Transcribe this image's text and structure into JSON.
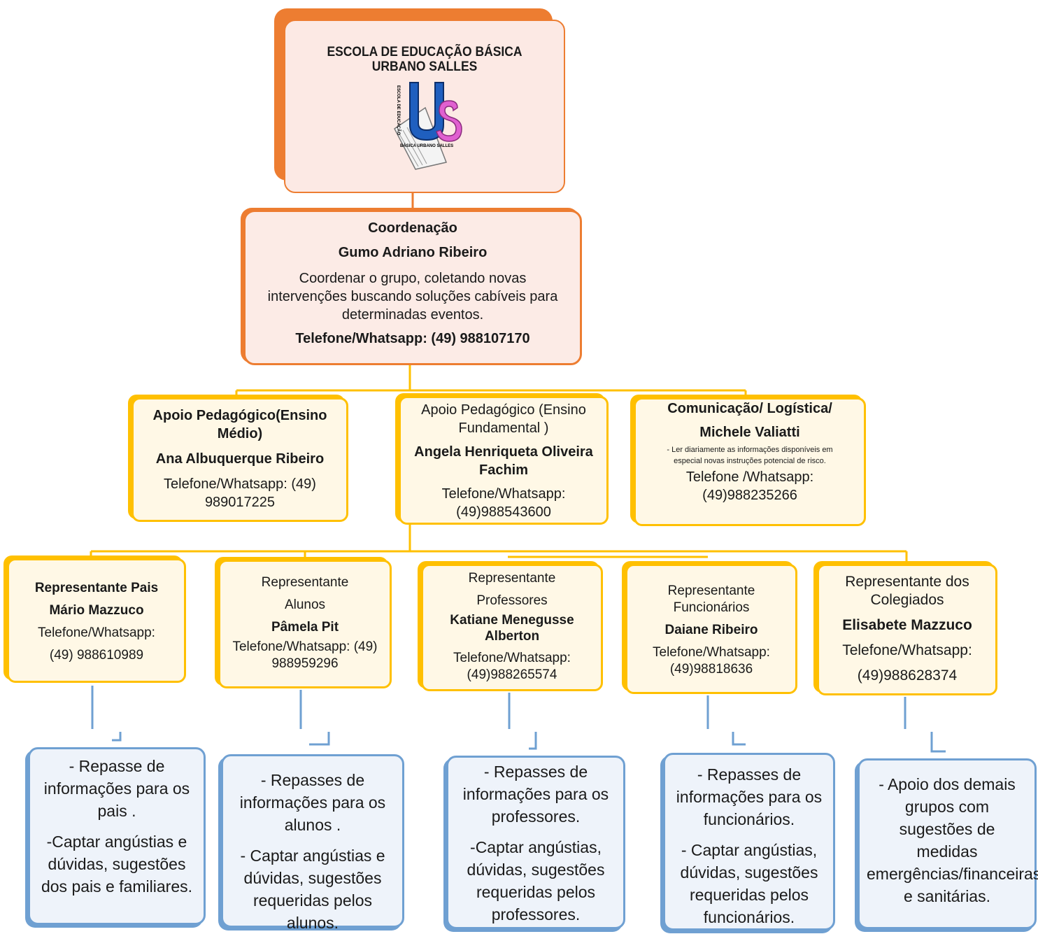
{
  "header": {
    "school_name": "ESCOLA DE EDUCAÇÃO BÁSICA URBANO SALLES",
    "logo_letters": "US",
    "logo_side_text": "ESCOLA DE EDUCAÇÃO",
    "logo_bottom_text": "BÁSICA URBANO SALLES"
  },
  "coordination": {
    "role": "Coordenação",
    "name": "Gumo Adriano  Ribeiro",
    "description": "Coordenar o grupo, coletando novas intervenções buscando soluções cabíveis para determinadas eventos.",
    "phone": "Telefone/Whatsapp: (49) 988107170"
  },
  "support": [
    {
      "role": "Apoio Pedagógico(Ensino Médio)",
      "name": "Ana Albuquerque Ribeiro",
      "phone": "Telefone/Whatsapp: (49) 989017225"
    },
    {
      "role": "Apoio Pedagógico (Ensino Fundamental )",
      "name": "Angela Henriqueta Oliveira Fachim",
      "phone": "Telefone/Whatsapp: (49)988543600"
    },
    {
      "role": "Comunicação/ Logística/",
      "name": "Michele Valiatti",
      "note": "- Ler diariamente as informações disponíveis em especial  novas instruções  potencial de risco.",
      "phone": "Telefone /Whatsapp: (49)988235266"
    }
  ],
  "representatives": [
    {
      "role": "Representante Pais",
      "name": "Mário Mazzuco",
      "phone_label": "Telefone/Whatsapp:",
      "phone": "(49) 988610989"
    },
    {
      "role": "Representante Alunos",
      "name": "Pâmela Pit",
      "phone_label": "Telefone/Whatsapp: (49)",
      "phone": "988959296"
    },
    {
      "role": "Representante Professores",
      "name": "Katiane Menegusse Alberton",
      "phone_label": "Telefone/Whatsapp:",
      "phone": "(49)988265574"
    },
    {
      "role": "Representante Funcionários",
      "name": "Daiane Ribeiro",
      "phone_label": "Telefone/Whatsapp:",
      "phone": "(49)98818636"
    },
    {
      "role": "Representante dos Colegiados",
      "name": "Elisabete Mazzuco",
      "phone_label": "Telefone/Whatsapp:",
      "phone": "(49)988628374"
    }
  ],
  "tasks": [
    {
      "p1": "- Repasse de informações para os pais .",
      "p2": "-Captar angústias e dúvidas, sugestões  dos pais e familiares."
    },
    {
      "p1": "- Repasses de informações para os alunos .",
      "p2": "- Captar angústias e dúvidas, sugestões requeridas pelos alunos."
    },
    {
      "p1": "- Repasses de informações para os professores.",
      "p2": "-Captar angústias, dúvidas, sugestões requeridas pelos professores."
    },
    {
      "p1": "- Repasses de informações para os funcionários.",
      "p2": "- Captar angústias, dúvidas, sugestões requeridas pelos funcionários."
    },
    {
      "p1": "- Apoio dos demais grupos com sugestões de medidas emergências/financeiras  e  sanitárias.",
      "p2": ""
    }
  ],
  "colors": {
    "orange": "#ed7d31",
    "yellow": "#ffc000",
    "blue": "#6fa0d2",
    "logo_blue": "#1f5fbf",
    "logo_pink": "#e060d0"
  }
}
